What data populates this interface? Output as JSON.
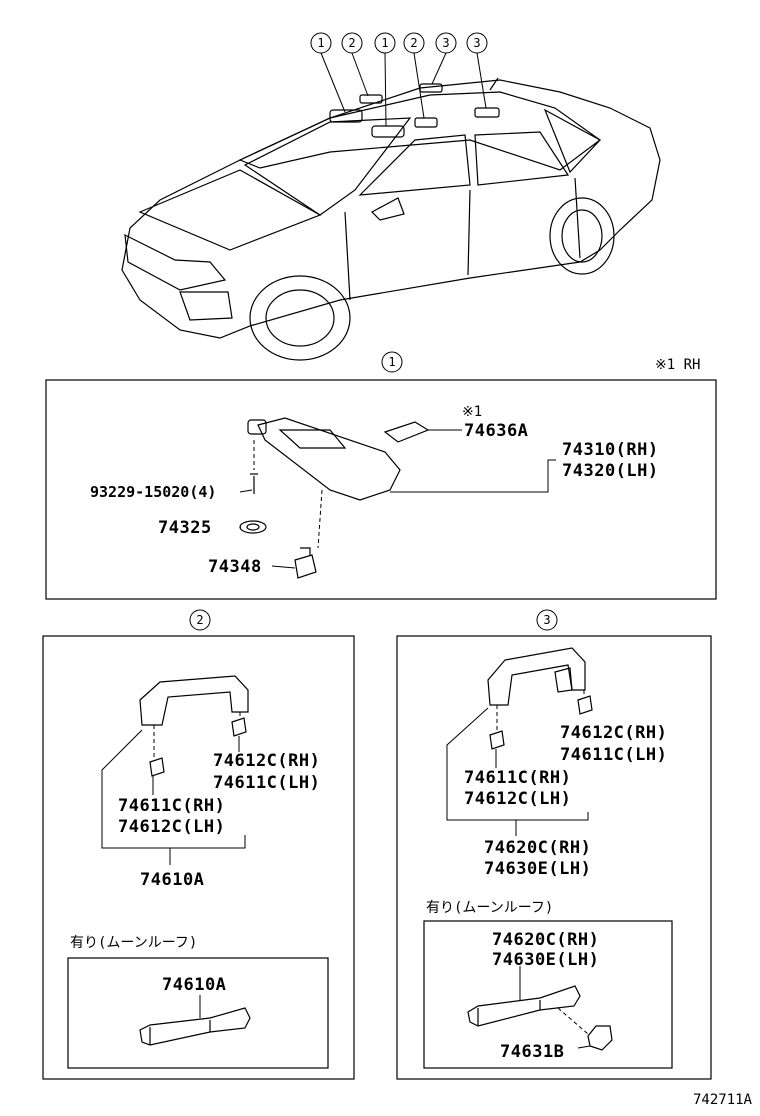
{
  "callouts_top": [
    "1",
    "2",
    "1",
    "2",
    "3",
    "3"
  ],
  "section1": {
    "marker": "1",
    "note": "※1 RH",
    "visor_note": "※1",
    "part_mirror_cover": "74636A",
    "part_visor_rh": "74310(RH)",
    "part_visor_lh": "74320(LH)",
    "part_screw": "93229-15020(4)",
    "part_washer": "74325",
    "part_holder": "74348"
  },
  "section2": {
    "marker": "2",
    "cap_a_rh": "74612C(RH)",
    "cap_a_lh": "74611C(LH)",
    "cap_b_rh": "74611C(RH)",
    "cap_b_lh": "74612C(LH)",
    "assembly": "74610A",
    "moonroof_label": "有り(ムーンルーフ)",
    "moonroof_part": "74610A"
  },
  "section3": {
    "marker": "3",
    "cap_a_rh": "74612C(RH)",
    "cap_a_lh": "74611C(LH)",
    "cap_b_rh": "74611C(RH)",
    "cap_b_lh": "74612C(LH)",
    "assy_rh": "74620C(RH)",
    "assy_lh": "74630E(LH)",
    "moonroof_label": "有り(ムーンルーフ)",
    "moonroof_assy_rh": "74620C(RH)",
    "moonroof_assy_lh": "74630E(LH)",
    "moonroof_clip": "74631B"
  },
  "figure_code": "742711A"
}
